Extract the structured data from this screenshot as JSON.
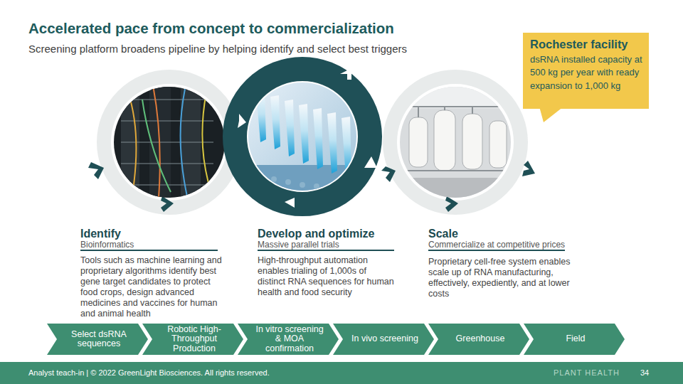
{
  "diagram": {
    "title": "Accelerated pace from concept to commercialization",
    "nodes": [
      {
        "text": [
          "Rochester facility",
          "dsRNA installed capacity at 500 kg per year with ready expansion to 1,000 kg"
        ]
      },
      {
        "text": [
          "Select dsRNA sequences"
        ]
      },
      {
        "text": [
          "Robotic High-Throughput Production"
        ]
      },
      {
        "text": [
          "In vitro screening & MOA confirmation"
        ]
      },
      {
        "text": [
          "In vivo screening"
        ]
      },
      {
        "text": [
          "Greenhouse"
        ]
      },
      {
        "text": [
          "Field"
        ]
      }
    ],
    "labels": [
      "Screening platform broadens pipeline by helping identify and select best triggers",
      "Identify",
      "Bioinformatics",
      "Tools such as machine learning and proprietary algorithms identify best gene target candidates to protect food crops, design advanced medicines and vaccines for human and animal health",
      "Develop and optimize",
      "Massive parallel trials",
      "High-throughput automation enables trialing of 1,000s of distinct RNA sequences for human health and food security",
      "Scale",
      "Commercialize at competitive prices",
      "Proprietary cell-free system enables scale up of RNA manufacturing, effectively, expediently, and at lower costs",
      "Analyst teach-in | © 2022 GreenLight Biosciences. All rights reserved.",
      "PLANT HEALTH",
      "34"
    ]
  }
}
